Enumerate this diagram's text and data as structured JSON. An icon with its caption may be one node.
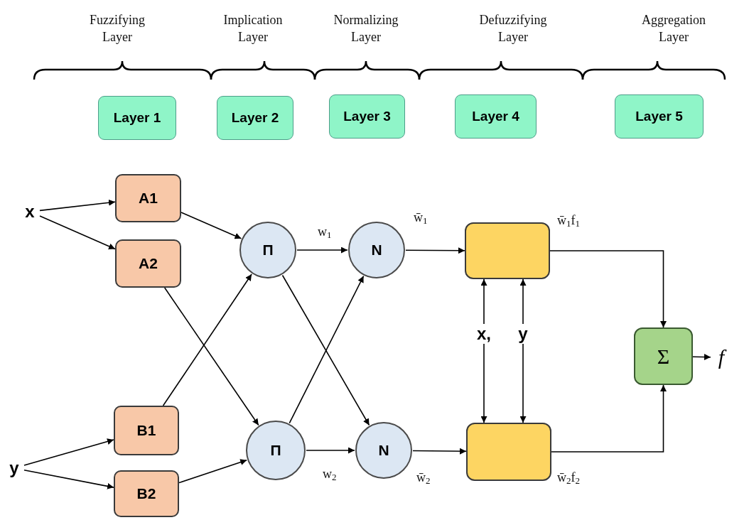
{
  "diagram": {
    "nodes": [
      {
        "text": [
          "Layer 1"
        ]
      },
      {
        "text": [
          "Layer 2"
        ]
      },
      {
        "text": [
          "Layer 3"
        ]
      },
      {
        "text": [
          "Layer 4"
        ]
      },
      {
        "text": [
          "Layer 5"
        ]
      },
      {
        "text": [
          "x"
        ]
      },
      {
        "text": [
          "y"
        ]
      },
      {
        "text": [
          "A1"
        ]
      },
      {
        "text": [
          "A2"
        ]
      },
      {
        "text": [
          "B1"
        ]
      },
      {
        "text": [
          "B2"
        ]
      },
      {
        "text": [
          "Π"
        ]
      },
      {
        "text": [
          "Π"
        ]
      },
      {
        "text": [
          "N"
        ]
      },
      {
        "text": [
          "N"
        ]
      },
      {
        "text": [],
        "shape": "box"
      },
      {
        "text": [],
        "shape": "box"
      },
      {
        "text": [
          "x,"
        ]
      },
      {
        "text": [
          "y"
        ]
      },
      {
        "text": [
          "Σ"
        ]
      },
      {
        "text": [
          "f"
        ]
      }
    ],
    "edges": [
      {
        "from": 5,
        "to": 7,
        "arrow": "to"
      },
      {
        "from": 5,
        "to": 8,
        "arrow": "to"
      },
      {
        "from": 6,
        "to": 9,
        "arrow": "to"
      },
      {
        "from": 6,
        "to": 10,
        "arrow": "to"
      },
      {
        "from": 7,
        "to": 11,
        "arrow": "to"
      },
      {
        "from": 8,
        "to": 12,
        "arrow": "to"
      },
      {
        "from": 9,
        "to": 11,
        "arrow": "to"
      },
      {
        "from": 10,
        "to": 12,
        "arrow": "to"
      },
      {
        "from": 11,
        "to": 13,
        "arrow": "to",
        "label": "w$_{1}$"
      },
      {
        "from": 11,
        "to": 14,
        "arrow": "to"
      },
      {
        "from": 12,
        "to": 13,
        "arrow": "to"
      },
      {
        "from": 12,
        "to": 14,
        "arrow": "to",
        "label": "w$_{2}$"
      },
      {
        "from": 13,
        "to": 15,
        "arrow": "to",
        "label": "w̄$_{1}$"
      },
      {
        "from": 14,
        "to": 16,
        "arrow": "to",
        "label": "w̄$_{2}$"
      },
      {
        "from": 17,
        "to": 15,
        "arrow": "to"
      },
      {
        "from": 18,
        "to": 15,
        "arrow": "to"
      },
      {
        "from": 17,
        "to": 16,
        "arrow": "to"
      },
      {
        "from": 18,
        "to": 16,
        "arrow": "to"
      },
      {
        "from": 15,
        "to": 19,
        "arrow": "to",
        "label": "w̄$_{1}$f$_{1}$"
      },
      {
        "from": 16,
        "to": 19,
        "arrow": "to",
        "label": "w̄$_{2}$f$_{2}$"
      },
      {
        "from": 19,
        "to": 20,
        "arrow": "to"
      }
    ],
    "labels": [
      "Fuzzifying Layer",
      "Implication Layer",
      "Normalizing Layer",
      "Defuzzifying Layer",
      "Aggregation Layer"
    ]
  }
}
